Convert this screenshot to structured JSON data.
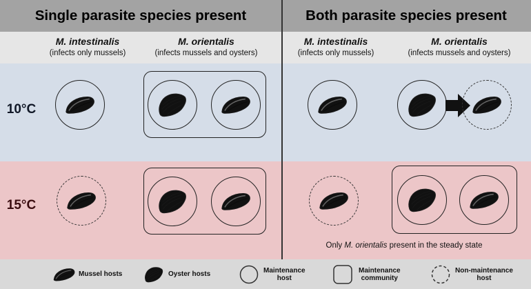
{
  "headers": {
    "left": "Single parasite species present",
    "right": "Both parasite species present"
  },
  "columns": [
    {
      "species": "M. intestinalis",
      "note": "(infects only mussels)"
    },
    {
      "species": "M. orientalis",
      "note": "(infects mussels and oysters)"
    },
    {
      "species": "M. intestinalis",
      "note": "(infects only mussels)"
    },
    {
      "species": "M. orientalis",
      "note": "(infects mussels and oysters)"
    }
  ],
  "rows": {
    "row_10": "10°C",
    "row_15": "15°C"
  },
  "note": {
    "prefix": "Only ",
    "species": "M. orientalis",
    "suffix": " present in the steady state"
  },
  "legend": {
    "mussel": "Mussel hosts",
    "oyster": "Oyster hosts",
    "maint_host_1": "Maintenance",
    "maint_host_2": "host",
    "maint_comm_1": "Maintenance",
    "maint_comm_2": "community",
    "nonmaint_1": "Non-maintenance",
    "nonmaint_2": "host"
  },
  "colors": {
    "header_bg": "#a3a3a3",
    "subheader_bg": "#e6e6e6",
    "row_10_bg": "#d5dde8",
    "row_15_bg": "#ecc6c8",
    "legend_bg": "#d9d9d9",
    "host_10": "#596573",
    "host_15": "#7e5458"
  }
}
